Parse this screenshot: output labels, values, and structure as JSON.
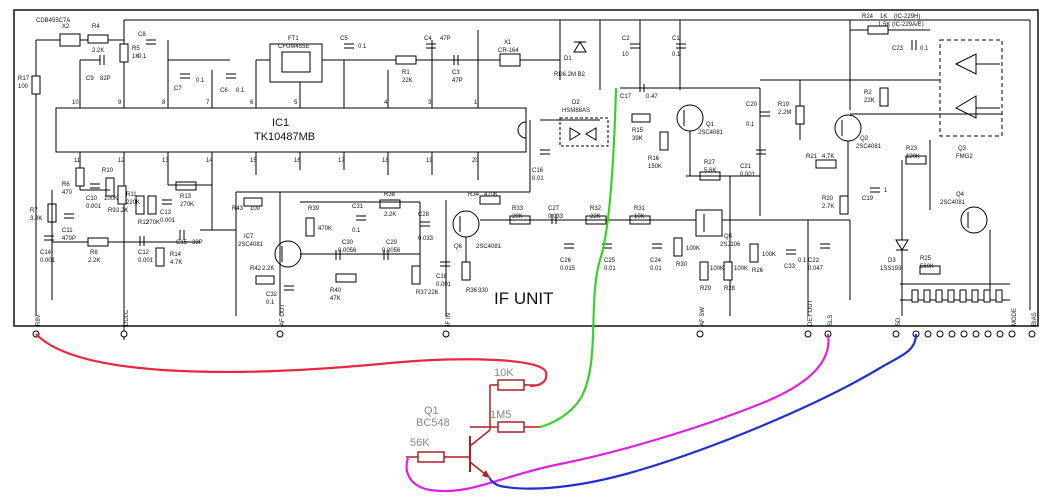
{
  "unit_title": "IF UNIT",
  "ic1": {
    "name": "IC1",
    "part": "TK10487MB"
  },
  "pins_top": [
    "10",
    "9",
    "8",
    "7",
    "6",
    "5",
    "4",
    "3",
    "2",
    "1"
  ],
  "pins_bottom": [
    "11",
    "12",
    "13",
    "14",
    "15",
    "16",
    "17",
    "18",
    "19",
    "20"
  ],
  "top_parts": [
    {
      "ref": "X2",
      "val": "CDB455C7A"
    },
    {
      "ref": "R4",
      "val": "2.2K"
    },
    {
      "ref": "R5",
      "val": "1K"
    },
    {
      "ref": "C8",
      "val": "0.1"
    },
    {
      "ref": "C9",
      "val": "82P"
    },
    {
      "ref": "C7",
      "val": "0.1"
    },
    {
      "ref": "C6",
      "val": "0.1"
    },
    {
      "ref": "FT1",
      "val": "CFUM455E"
    },
    {
      "ref": "C5",
      "val": "0.1"
    },
    {
      "ref": "C4",
      "val": "47P"
    },
    {
      "ref": "R1",
      "val": "22K"
    },
    {
      "ref": "C3",
      "val": "47P"
    },
    {
      "ref": "X1",
      "val": "CR-164"
    },
    {
      "ref": "D1",
      "val": "RD6.2M B2"
    },
    {
      "ref": "C2",
      "val": "10"
    },
    {
      "ref": "C1",
      "val": "0.1"
    }
  ],
  "right_parts": [
    {
      "ref": "R24",
      "val": "1K"
    },
    {
      "note": "(IC-229H)"
    },
    {
      "note2": "1.5K (IC-229A/E)"
    },
    {
      "ref": "C23",
      "val": "0.1"
    },
    {
      "ref": "C17",
      "val": "0.47"
    },
    {
      "ref": "D2",
      "val": "HSM88AS"
    },
    {
      "ref": "Q1",
      "val": "2SC4081"
    },
    {
      "ref": "Q2",
      "val": "2SC4081"
    },
    {
      "ref": "Q3",
      "val": "FMG2"
    },
    {
      "ref": "Q4",
      "val": "2SC4081"
    },
    {
      "ref": "R15",
      "val": "39K"
    },
    {
      "ref": "R16",
      "val": "150K"
    },
    {
      "ref": "C20",
      "val": "0.1"
    },
    {
      "ref": "R19",
      "val": "2.2M"
    },
    {
      "ref": "R2",
      "val": "22K"
    },
    {
      "ref": "R21",
      "val": "4.7K"
    },
    {
      "ref": "R23",
      "val": "120K"
    },
    {
      "ref": "C21",
      "val": "0.001"
    },
    {
      "ref": "R27",
      "val": "5.6K"
    },
    {
      "ref": "C16",
      "val": "0.01"
    },
    {
      "ref": "R20",
      "val": "2.7K"
    },
    {
      "ref": "C19",
      "val": "1"
    },
    {
      "ref": "C22",
      "val": "0.047"
    },
    {
      "ref": "D3",
      "val": "1SS193"
    },
    {
      "ref": "R25",
      "val": "560K"
    }
  ],
  "mid_parts": [
    {
      "ref": "R6",
      "val": "470"
    },
    {
      "ref": "R10",
      "val": "100K"
    },
    {
      "ref": "R9",
      "val": "2.2K"
    },
    {
      "ref": "C10",
      "val": "0.001"
    },
    {
      "ref": "R7",
      "val": "3.3K"
    },
    {
      "ref": "C11",
      "val": "470P"
    },
    {
      "ref": "C14",
      "val": "0.001"
    },
    {
      "ref": "R8",
      "val": "2.2K"
    },
    {
      "ref": "R11",
      "val": "220K"
    },
    {
      "ref": "R12",
      "val": "270K"
    },
    {
      "ref": "C13",
      "val": "0.001"
    },
    {
      "ref": "R13",
      "val": "270K"
    },
    {
      "ref": "C12",
      "val": "0.001"
    },
    {
      "ref": "R14",
      "val": "4.7K"
    },
    {
      "ref": "C15",
      "val": "33P"
    },
    {
      "ref": "R43",
      "val": "100"
    },
    {
      "ref": "IC7",
      "val": "2SC4081"
    },
    {
      "ref": "R39",
      "val": "470K"
    },
    {
      "ref": "R42",
      "val": "2.2K"
    },
    {
      "ref": "C32",
      "val": "0.1"
    },
    {
      "ref": "C30",
      "val": "0.0056"
    },
    {
      "ref": "R40",
      "val": "47K"
    },
    {
      "ref": "C31",
      "val": "0.1"
    },
    {
      "ref": "R38",
      "val": "2.2K"
    },
    {
      "ref": "C29",
      "val": "0.0056"
    },
    {
      "ref": "C28",
      "val": "0.033"
    },
    {
      "ref": "R37",
      "val": "22K"
    },
    {
      "ref": "R34",
      "val": "470K"
    },
    {
      "ref": "Q6",
      "val": "2SC4081"
    },
    {
      "ref": "C18",
      "val": "0.001"
    },
    {
      "ref": "R36",
      "val": "330"
    },
    {
      "ref": "R33",
      "val": "39K"
    },
    {
      "ref": "C27",
      "val": "0.033"
    },
    {
      "ref": "R32",
      "val": "22K"
    },
    {
      "ref": "C26",
      "val": "0.015"
    },
    {
      "ref": "C25",
      "val": "0.01"
    },
    {
      "ref": "R31",
      "val": "10K"
    },
    {
      "ref": "C24",
      "val": "0.01"
    },
    {
      "ref": "R30",
      "val": "100K"
    },
    {
      "ref": "Q5",
      "val": "2SJ106"
    },
    {
      "ref": "R29",
      "val": "100K"
    },
    {
      "ref": "R28",
      "val": "100K"
    },
    {
      "ref": "R26",
      "val": "100K"
    },
    {
      "ref": "C33",
      "val": "0.1"
    },
    {
      "ref": "R17",
      "val": "100"
    }
  ],
  "edge_labels": [
    "R8V",
    "DDLC",
    "AF OUT",
    "IF IN",
    "AF SW",
    "DET OUT",
    "SLS",
    "SD",
    "MODE",
    "BIAS"
  ],
  "added_circuit": {
    "transistor_ref": "Q1",
    "transistor_part": "BC548",
    "r_top": "10K",
    "r_mid": "1M5",
    "r_base": "56K"
  },
  "colors": {
    "red": "#e8283c",
    "green": "#38d02a",
    "magenta": "#e020e0",
    "blue": "#2030d0",
    "maroon": "#b01e22"
  }
}
